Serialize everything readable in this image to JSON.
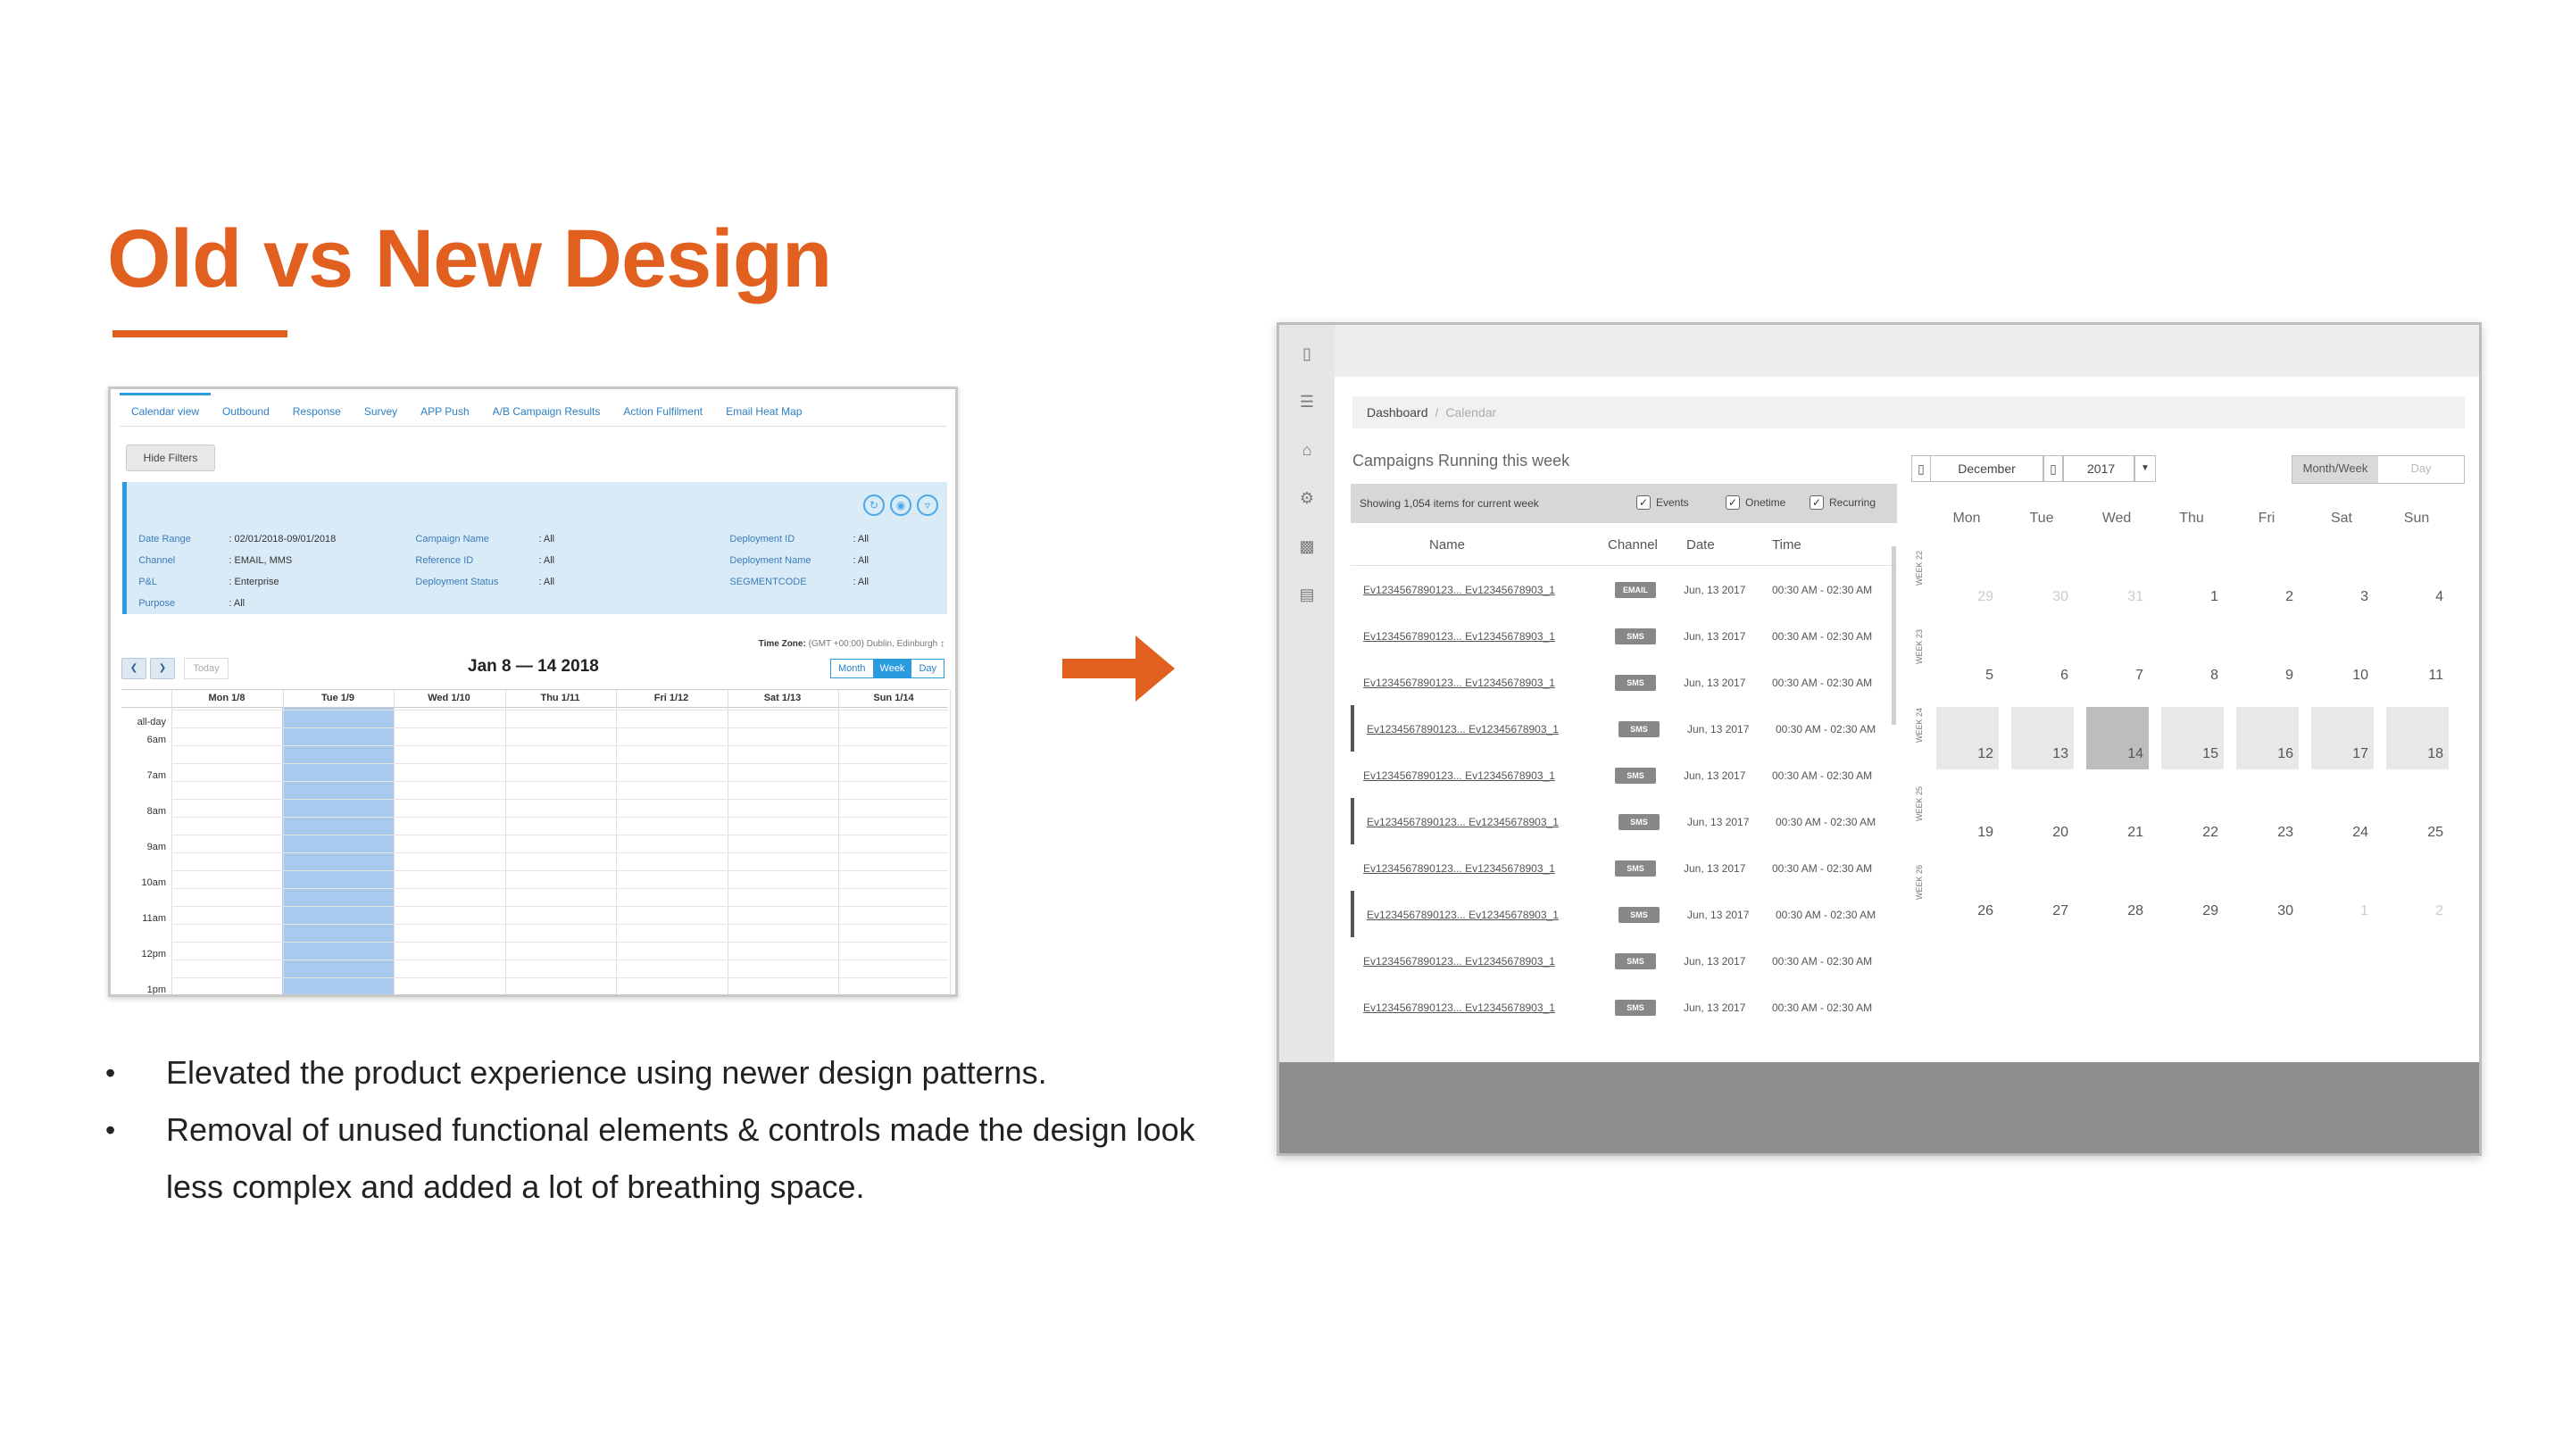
{
  "title": "Old vs New Design",
  "colors": {
    "accent": "#e2601f",
    "old_blue": "#2b9be0",
    "selection": "#a9c9ee"
  },
  "old_ui": {
    "tabs": [
      "Calendar view",
      "Outbound",
      "Response",
      "Survey",
      "APP Push",
      "A/B Campaign Results",
      "Action Fulfilment",
      "Email Heat Map"
    ],
    "hide_filters": "Hide Filters",
    "filters": [
      {
        "label": "Date Range",
        "value": ": 02/01/2018-09/01/2018"
      },
      {
        "label": "Channel",
        "value": ": EMAIL, MMS"
      },
      {
        "label": "P&L",
        "value": ": Enterprise"
      },
      {
        "label": "Purpose",
        "value": ": All"
      },
      {
        "label": "Campaign Name",
        "value": ": All"
      },
      {
        "label": "Reference ID",
        "value": ": All"
      },
      {
        "label": "Deployment Status",
        "value": ": All"
      },
      {
        "label": "Deployment ID",
        "value": ": All"
      },
      {
        "label": "Deployment Name",
        "value": ": All"
      },
      {
        "label": "SEGMENTCODE",
        "value": ": All"
      }
    ],
    "timezone_label": "Time Zone:",
    "timezone_value": "(GMT +00:00) Dublin, Edinburgh ↕",
    "today": "Today",
    "prev_icon": "❮",
    "next_icon": "❯",
    "range": "Jan 8 — 14 2018",
    "views": [
      "Month",
      "Week",
      "Day"
    ],
    "active_view": "Week",
    "day_headers": [
      "Mon 1/8",
      "Tue 1/9",
      "Wed 1/10",
      "Thu 1/11",
      "Fri 1/12",
      "Sat 1/13",
      "Sun 1/14"
    ],
    "time_rows": [
      "all-day",
      "6am",
      "7am",
      "8am",
      "9am",
      "10am",
      "11am",
      "12pm",
      "1pm"
    ]
  },
  "new_ui": {
    "breadcrumb": {
      "root": "Dashboard",
      "sep": "/",
      "current": "Calendar"
    },
    "section_title": "Campaigns Running this week",
    "list_count": "Showing 1,054 items for current week",
    "checkboxes": [
      "Events",
      "Onetime",
      "Recurring"
    ],
    "columns": [
      "Name",
      "Channel",
      "Date",
      "Time"
    ],
    "rows": [
      {
        "name": "Ev1234567890123... Ev1234567890​3_1",
        "channel": "EMAIL",
        "date": "Jun, 13 2017",
        "time": "00:30 AM - 02:30 AM",
        "marked": false
      },
      {
        "name": "Ev1234567890123... Ev1234567890​3_1",
        "channel": "SMS",
        "date": "Jun, 13 2017",
        "time": "00:30 AM - 02:30 AM",
        "marked": false
      },
      {
        "name": "Ev1234567890123... Ev1234567890​3_1",
        "channel": "SMS",
        "date": "Jun, 13 2017",
        "time": "00:30 AM - 02:30 AM",
        "marked": false
      },
      {
        "name": "Ev1234567890123... Ev1234567890​3_1",
        "channel": "SMS",
        "date": "Jun, 13 2017",
        "time": "00:30 AM - 02:30 AM",
        "marked": true
      },
      {
        "name": "Ev1234567890123... Ev1234567890​3_1",
        "channel": "SMS",
        "date": "Jun, 13 2017",
        "time": "00:30 AM - 02:30 AM",
        "marked": false
      },
      {
        "name": "Ev1234567890123... Ev1234567890​3_1",
        "channel": "SMS",
        "date": "Jun, 13 2017",
        "time": "00:30 AM - 02:30 AM",
        "marked": true
      },
      {
        "name": "Ev1234567890123... Ev1234567890​3_1",
        "channel": "SMS",
        "date": "Jun, 13 2017",
        "time": "00:30 AM - 02:30 AM",
        "marked": false
      },
      {
        "name": "Ev1234567890123... Ev1234567890​3_1",
        "channel": "SMS",
        "date": "Jun, 13 2017",
        "time": "00:30 AM - 02:30 AM",
        "marked": true
      },
      {
        "name": "Ev1234567890123... Ev1234567890​3_1",
        "channel": "SMS",
        "date": "Jun, 13 2017",
        "time": "00:30 AM - 02:30 AM",
        "marked": false
      },
      {
        "name": "Ev1234567890123... Ev1234567890​3_1",
        "channel": "SMS",
        "date": "Jun, 13 2017",
        "time": "00:30 AM - 02:30 AM",
        "marked": false
      }
    ],
    "month": "December",
    "year": "2017",
    "views": [
      "Month/Week",
      "Day"
    ],
    "active_view": "Month/Week",
    "dow": [
      "Mon",
      "Tue",
      "Wed",
      "Thu",
      "Fri",
      "Sat",
      "Sun"
    ],
    "weeks": [
      {
        "label": "WEEK 22",
        "days": [
          "29",
          "30",
          "31",
          "1",
          "2",
          "3",
          "4"
        ],
        "out": [
          true,
          true,
          true,
          false,
          false,
          false,
          false
        ],
        "highlight": false
      },
      {
        "label": "WEEK 23",
        "days": [
          "5",
          "6",
          "7",
          "8",
          "9",
          "10",
          "11"
        ],
        "out": [
          false,
          false,
          false,
          false,
          false,
          false,
          false
        ],
        "highlight": false
      },
      {
        "label": "WEEK 24",
        "days": [
          "12",
          "13",
          "14",
          "15",
          "16",
          "17",
          "18"
        ],
        "out": [
          false,
          false,
          false,
          false,
          false,
          false,
          false
        ],
        "highlight": true
      },
      {
        "label": "WEEK 25",
        "days": [
          "19",
          "20",
          "21",
          "22",
          "23",
          "24",
          "25"
        ],
        "out": [
          false,
          false,
          false,
          false,
          false,
          false,
          false
        ],
        "highlight": false
      },
      {
        "label": "WEEK 26",
        "days": [
          "26",
          "27",
          "28",
          "29",
          "30",
          "1",
          "2"
        ],
        "out": [
          false,
          false,
          false,
          false,
          false,
          true,
          true
        ],
        "highlight": false
      }
    ],
    "today": "14"
  },
  "bullets": [
    "Elevated the product experience using newer design patterns.",
    "Removal of unused functional elements & controls made the design look less complex and added a lot of breathing space."
  ]
}
